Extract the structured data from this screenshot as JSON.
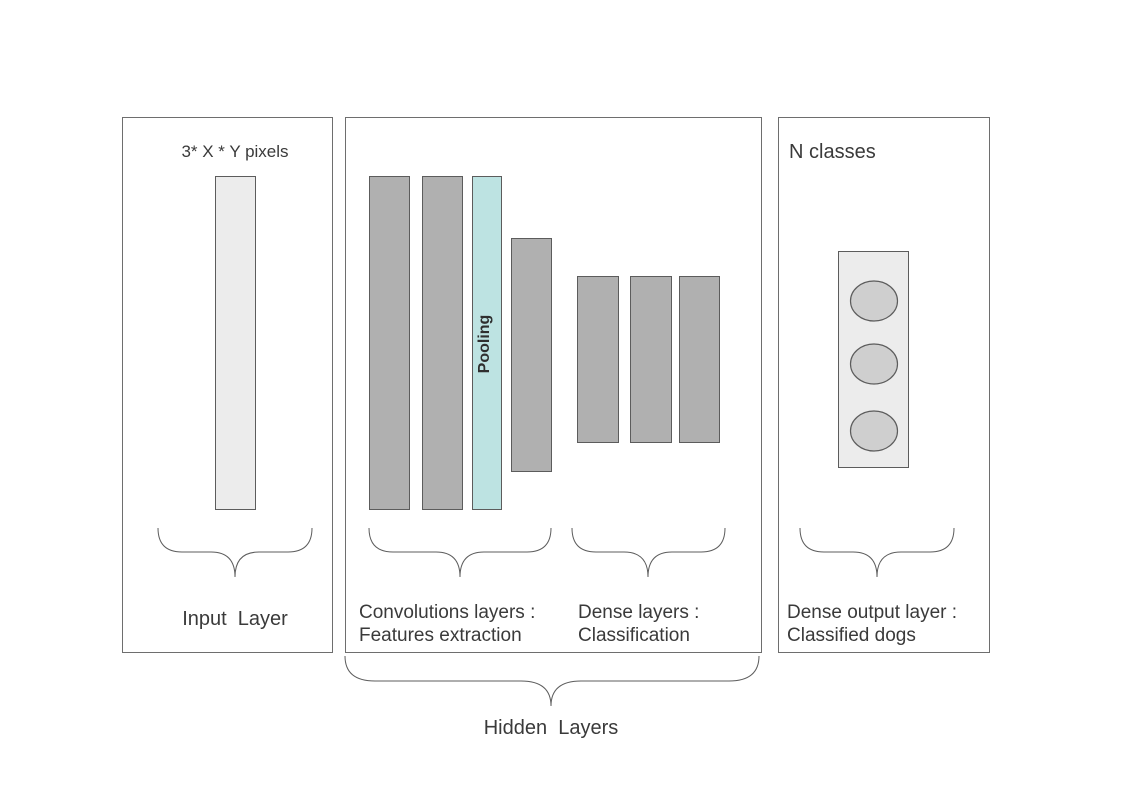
{
  "colors": {
    "panel_border": "#6e6e6e",
    "conv_block": "#b0b0b0",
    "pooling_block": "#bde3e2",
    "input_block": "#ececec",
    "neuron": "#cfcfcf"
  },
  "input_panel": {
    "size_label": "3* X * Y pixels",
    "layer_label": "Input  Layer"
  },
  "hidden_panel": {
    "pooling_label": "Pooling",
    "conv_label_line1": "Convolutions layers :",
    "conv_label_line2": "Features extraction",
    "dense_label_line1": "Dense layers :",
    "dense_label_line2": "Classification",
    "group_label": "Hidden  Layers"
  },
  "output_panel": {
    "classes_label": "N classes",
    "neuron_count": 3,
    "label_line1": "Dense output layer :",
    "label_line2": "Classified dogs"
  }
}
